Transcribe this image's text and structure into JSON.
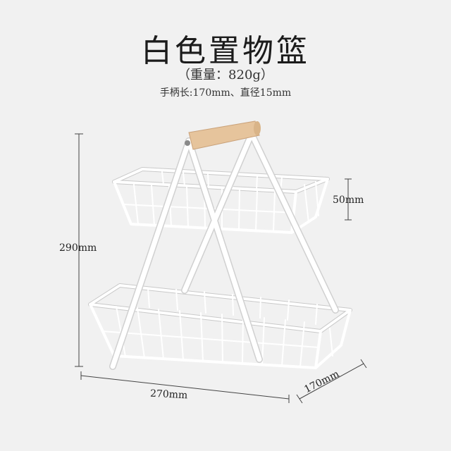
{
  "product": {
    "title": "白色置物篮",
    "weight": "（重量：820g）",
    "spec": "手柄长:170mm、直径15mm"
  },
  "dimensions": {
    "height": "290mm",
    "basket_depth": "50mm",
    "width": "270mm",
    "depth": "170mm"
  },
  "colors": {
    "background": "#f1f1f1",
    "basket": "#ffffff",
    "handle": "#e6c49c",
    "lines": "#444444"
  }
}
